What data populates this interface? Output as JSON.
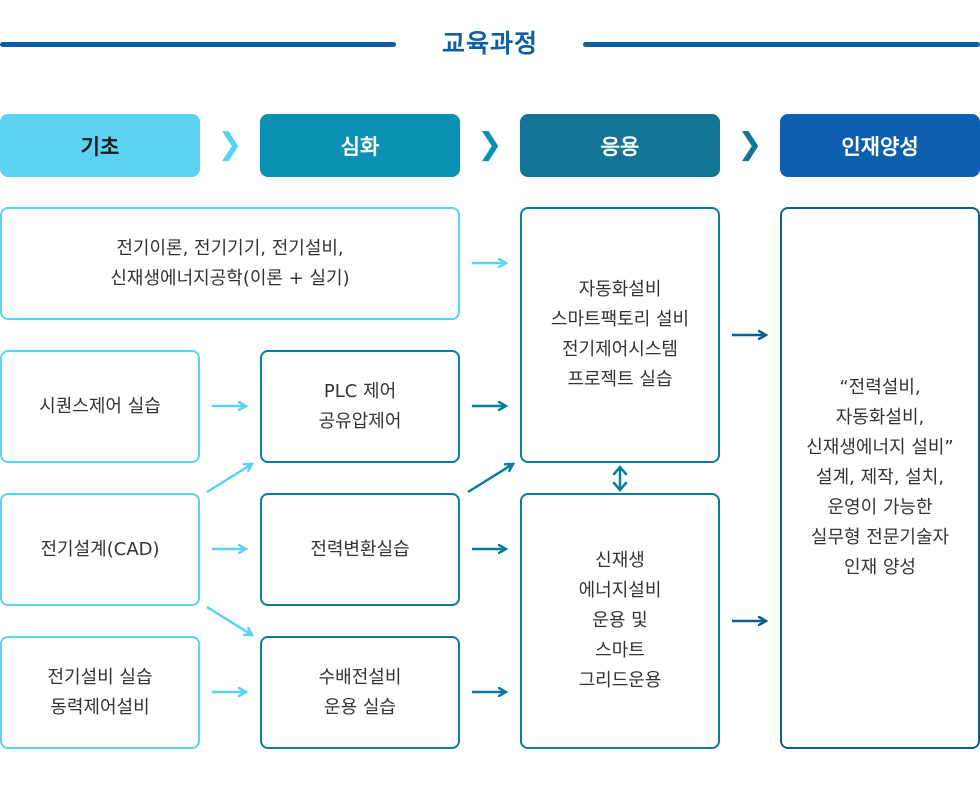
{
  "header": {
    "title": "교육과정"
  },
  "stages": [
    {
      "label": "기초",
      "color": "#5bd2f0"
    },
    {
      "label": "심화",
      "color": "#0a90b5"
    },
    {
      "label": "응용",
      "color": "#137494"
    },
    {
      "label": "인재양성",
      "color": "#0c5fae"
    }
  ],
  "stage_separator": "❯",
  "basic": {
    "theory": "전기이론, 전기기기, 전기설비,\n신재생에너지공학(이론 + 실기)",
    "sequence_control": "시퀀스제어 실습",
    "cad": "전기설계(CAD)",
    "equipment": "전기설비 실습\n동력제어설비"
  },
  "advanced": {
    "plc": "PLC 제어\n공유압제어",
    "power_conversion": "전력변환실습",
    "distribution": "수배전설비\n운용 실습"
  },
  "applied": {
    "automation": "자동화설비\n스마트팩토리 설비\n전기제어시스템\n프로젝트 실습",
    "renewable": "신재생\n에너지설비\n운용 및\n스마트\n그리드운용"
  },
  "talent": {
    "description": "“전력설비,\n자동화설비,\n신재생에너지 설비”\n설계, 제작, 설치,\n운영이 가능한\n실무형 전문기술자\n인재 양성"
  },
  "colors": {
    "title": "#0e5ea4",
    "light_arrow": "#5bd2f0",
    "mid_arrow": "#0a7d9a",
    "dark_arrow": "#0c5f95"
  }
}
